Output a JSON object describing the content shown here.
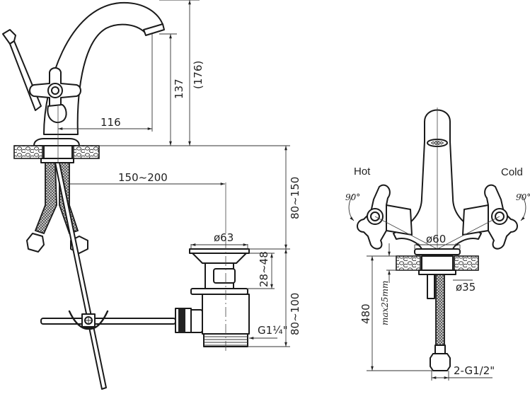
{
  "diagram": {
    "type": "technical-drawing",
    "subject": "two-handle basin mixer tap with pop-up waste",
    "views": [
      "side-view",
      "front-view"
    ]
  },
  "side_view": {
    "dimensions": {
      "spout_reach": "116",
      "spout_height": "137",
      "total_height": "(176)",
      "rod_to_drain": "150~200",
      "deck_to_waste_top": "80~150",
      "waste_diameter": "ø63",
      "waste_grip": "28~48",
      "waste_length": "80~100",
      "waste_thread": "G1¼\""
    }
  },
  "front_view": {
    "labels": {
      "hot": "Hot",
      "cold": "Cold",
      "hot_rotation": "90°",
      "cold_rotation": "90°"
    },
    "dimensions": {
      "base_diameter": "ø60",
      "shank_diameter": "ø35",
      "hose_length": "480",
      "max_deck_thickness": "max25mm",
      "hose_connection": "2-G1/2\""
    }
  },
  "colors": {
    "line": "#1a1a1a",
    "background": "#ffffff"
  }
}
